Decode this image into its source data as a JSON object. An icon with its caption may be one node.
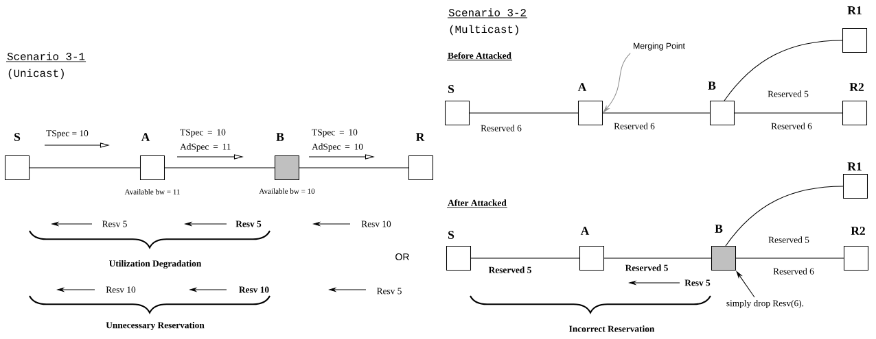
{
  "diagram": {
    "nodes": [
      {
        "text": [
          "S"
        ]
      },
      {
        "text": [
          "A"
        ]
      },
      {
        "text": [
          "B"
        ]
      },
      {
        "text": [
          "R"
        ]
      },
      {
        "text": [
          "S"
        ]
      },
      {
        "text": [
          "A"
        ]
      },
      {
        "text": [
          "B"
        ]
      },
      {
        "text": [
          "R1"
        ]
      },
      {
        "text": [
          "R2"
        ]
      },
      {
        "text": [
          "S"
        ]
      },
      {
        "text": [
          "A"
        ]
      },
      {
        "text": [
          "B"
        ]
      },
      {
        "text": [
          "R1"
        ]
      },
      {
        "text": [
          "R2"
        ]
      },
      {
        "text": [
          "Merging Point"
        ]
      },
      {
        "text": [
          "simply drop Resv(6)."
        ]
      }
    ],
    "edges": [
      {
        "from": 0,
        "to": 1,
        "arrow": "none"
      },
      {
        "from": 1,
        "to": 2,
        "arrow": "none"
      },
      {
        "from": 2,
        "to": 3,
        "arrow": "none"
      },
      {
        "from": 4,
        "to": 5,
        "arrow": "none",
        "label": "Reserved 6"
      },
      {
        "from": 5,
        "to": 6,
        "arrow": "none",
        "label": "Reserved 6"
      },
      {
        "from": 6,
        "to": 7,
        "arrow": "none",
        "label": "Reserved 5"
      },
      {
        "from": 6,
        "to": 8,
        "arrow": "none",
        "label": "Reserved 6"
      },
      {
        "from": 9,
        "to": 10,
        "arrow": "none",
        "label": "Reserved 5"
      },
      {
        "from": 10,
        "to": 11,
        "arrow": "none",
        "label": "Reserved 5"
      },
      {
        "from": 11,
        "to": 12,
        "arrow": "none",
        "label": "Reserved 5"
      },
      {
        "from": 11,
        "to": 13,
        "arrow": "none",
        "label": "Reserved 6"
      },
      {
        "from": 14,
        "to": 5,
        "arrow": "to",
        "color": "#8c8c8c"
      },
      {
        "from": 15,
        "to": 11,
        "arrow": "to"
      }
    ],
    "labels": [
      "Scenario 3-1",
      "(Unicast)",
      "TSpec = 10",
      "TSpec = 10 AdSpec = 11",
      "TSpec = 10 AdSpec = 10",
      "Available bw = 11",
      "Available bw = 10",
      "Resv 5",
      "Resv 5",
      "Resv 10",
      "Utilization Degradation",
      "OR",
      "Resv 10",
      "Resv 10",
      "Resv 5",
      "Unnecessary Reservation",
      "Scenario 3-2",
      "(Multicast)",
      "Before Attacked",
      "After Attacked",
      "Resv 5",
      "Incorrect Reservation"
    ]
  }
}
